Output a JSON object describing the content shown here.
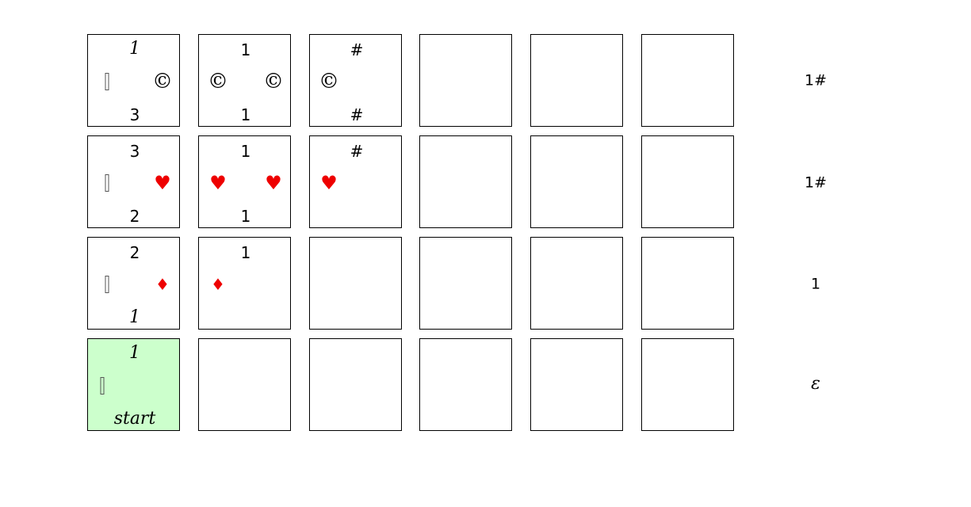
{
  "rows": [
    {
      "label": "1#",
      "tiles": [
        {
          "top": "1",
          "bottom": "3",
          "left": "blank",
          "right": "copyright"
        },
        {
          "top": "1",
          "bottom": "1",
          "left": "copyright",
          "right": "copyright"
        },
        {
          "top": "#",
          "bottom": "#",
          "left": "copyright"
        },
        {},
        {},
        {}
      ]
    },
    {
      "label": "1#",
      "tiles": [
        {
          "top": "3",
          "bottom": "2",
          "left": "blank",
          "right": "heart"
        },
        {
          "top": "1",
          "bottom": "1",
          "left": "heart",
          "right": "heart"
        },
        {
          "top": "#",
          "left": "heart"
        },
        {},
        {},
        {}
      ]
    },
    {
      "label": "1",
      "tiles": [
        {
          "top": "2",
          "bottom": "1",
          "left": "blank",
          "right": "diamond"
        },
        {
          "top": "1",
          "left": "diamond"
        },
        {},
        {},
        {},
        {}
      ]
    },
    {
      "label": "ε",
      "tiles": [
        {
          "top": "1",
          "bottom": "start",
          "left": "blank",
          "start": true
        },
        {},
        {},
        {},
        {},
        {}
      ]
    }
  ],
  "symbols": {
    "copyright": "©",
    "heart": "♥",
    "diamond": "♦"
  },
  "colors": {
    "start_fill": "#ccffcc",
    "suit_red": "#ee0000",
    "border": "#000000"
  }
}
